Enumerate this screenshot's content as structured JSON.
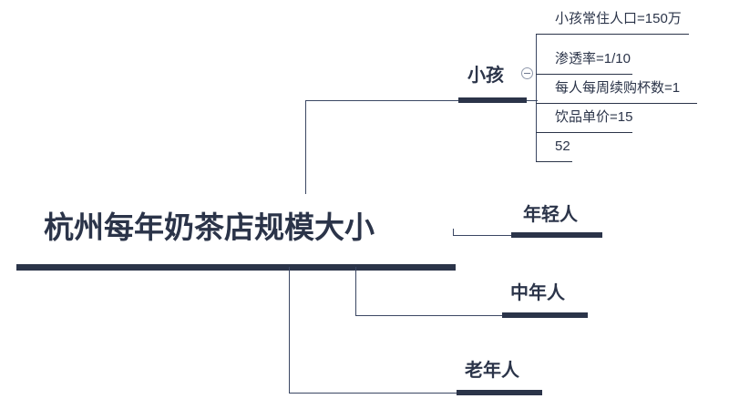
{
  "diagram": {
    "type": "mindmap",
    "title": "杭州每年奶茶店规模大小",
    "colors": {
      "ink": "#2b3449",
      "line": "#3b4763",
      "background": "#ffffff"
    },
    "root": {
      "label": "杭州每年奶茶店规模大小"
    },
    "branches": [
      {
        "id": "child",
        "label": "小孩",
        "expanded": true,
        "toggle_icon": "minus-circle-icon"
      },
      {
        "id": "youth",
        "label": "年轻人",
        "expanded": false,
        "toggle_icon": ""
      },
      {
        "id": "middleaged",
        "label": "中年人",
        "expanded": false,
        "toggle_icon": ""
      },
      {
        "id": "elderly",
        "label": "老年人",
        "expanded": false,
        "toggle_icon": ""
      }
    ],
    "child_details": [
      {
        "label": "小孩常住人口=150万"
      },
      {
        "label": "渗透率=1/10"
      },
      {
        "label": "每人每周续购杯数=1"
      },
      {
        "label": "饮品单价=15"
      },
      {
        "label": "52"
      }
    ]
  }
}
